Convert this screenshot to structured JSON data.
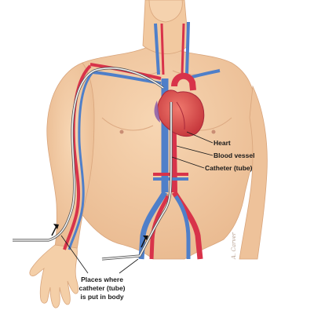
{
  "labels": {
    "heart": "Heart",
    "blood_vessel": "Blood vessel",
    "catheter": "Catheter (tube)",
    "places_line1": "Places where",
    "places_line2": "catheter (tube)",
    "places_line3": "is put in body"
  },
  "signature": "A. Carver",
  "colors": {
    "skin": "#f3cda6",
    "skin_shadow": "#e4b48c",
    "artery": "#d8334a",
    "vein": "#4f7fc9",
    "heart": "#e05a5a",
    "catheter": "#f4f4f4",
    "text": "#1a1a1a"
  },
  "icons": [
    "insertion-arrow-icon",
    "insertion-arrow-icon"
  ]
}
